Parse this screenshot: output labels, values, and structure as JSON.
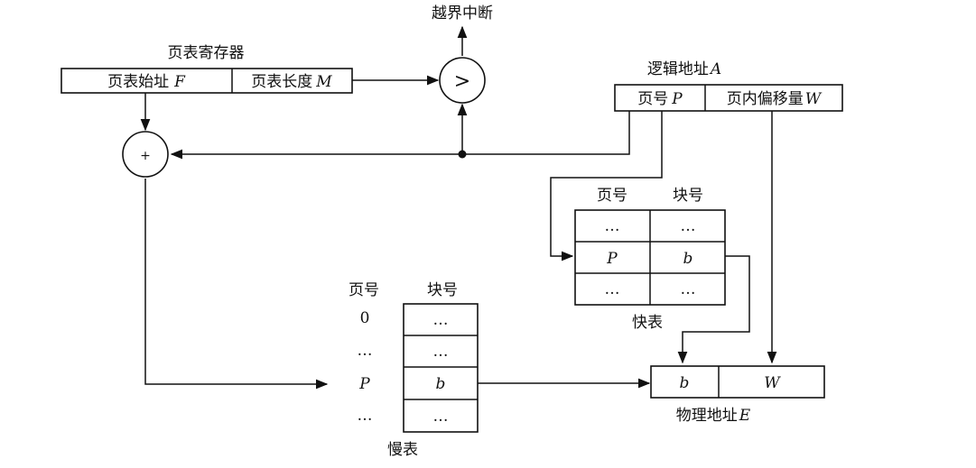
{
  "title_top": "越界中断",
  "page_table_register": {
    "label": "页表寄存器",
    "start_prefix": "页表始址",
    "start_var": "F",
    "length_prefix": "页表长度",
    "length_var": "M"
  },
  "comparator_symbol": ">",
  "adder_symbol": "+",
  "logical_address": {
    "label_prefix": "逻辑地址",
    "label_var": "A",
    "page_prefix": "页号",
    "page_var": "P",
    "offset_prefix": "页内偏移量",
    "offset_var": "W"
  },
  "fast_table": {
    "label": "快表",
    "header_page": "页号",
    "header_block": "块号",
    "rows": [
      [
        "…",
        "…"
      ],
      [
        "P",
        "b"
      ],
      [
        "…",
        "…"
      ]
    ]
  },
  "slow_table": {
    "label": "慢表",
    "header_page": "页号",
    "header_block": "块号",
    "page_labels": [
      "0",
      "…",
      "P",
      "…"
    ],
    "blocks": [
      "…",
      "…",
      "b",
      "…"
    ]
  },
  "physical_address": {
    "block": "b",
    "offset": "W",
    "label_prefix": "物理地址",
    "label_var": "E"
  }
}
